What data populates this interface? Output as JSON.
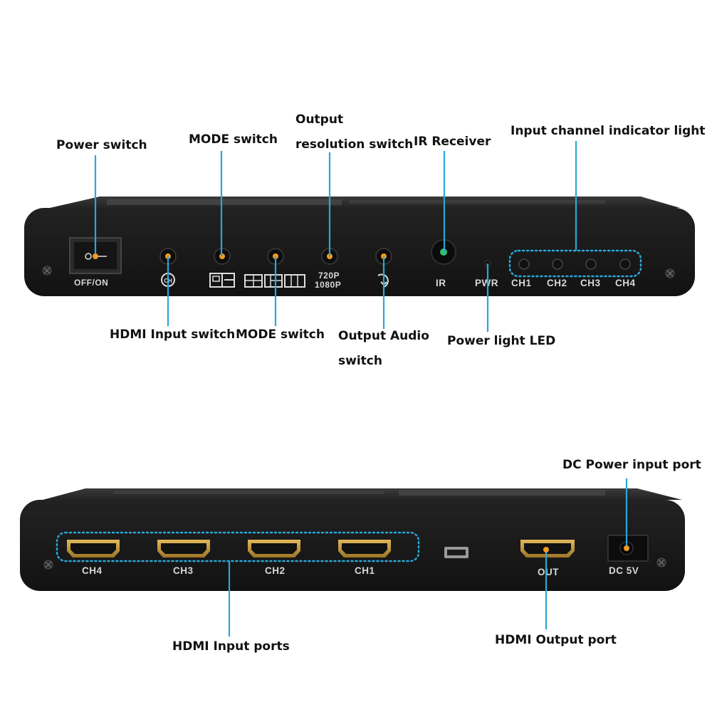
{
  "colors": {
    "device_body": "#1a1a1a",
    "device_top": "#2b2b2b",
    "leader_line": "#29a8d8",
    "marker_dot": "#f39a21",
    "port_gold": "#c79a3c",
    "panel_text": "#d8d8d8"
  },
  "front_panel": {
    "callouts": {
      "power_switch": "Power switch",
      "mode_switch_top": "MODE switch",
      "output_resolution_line1": "Output",
      "output_resolution_line2": "resolution switch",
      "ir_receiver": "IR Receiver",
      "input_channel_indicator": "Input channel indicator light",
      "hdmi_input_switch": "HDMI Input switch",
      "mode_switch_bottom": "MODE switch",
      "output_audio_line1": "Output Audio",
      "output_audio_line2": "switch",
      "power_light_led": "Power light LED"
    },
    "labels": {
      "off_on": "OFF/ON",
      "res_720": "720P",
      "res_1080": "1080P",
      "ir": "IR",
      "pwr": "PWR",
      "channels": [
        "CH1",
        "CH2",
        "CH3",
        "CH4"
      ]
    },
    "icons": [
      "power-rocker-icon",
      "hdmi-input-icon",
      "pip-mode-icon",
      "multiview-mode-icon",
      "audio-output-icon"
    ]
  },
  "back_panel": {
    "callouts": {
      "dc_power_input_port": "DC Power input port",
      "hdmi_input_ports": "HDMI Input ports",
      "hdmi_output_port": "HDMI Output port"
    },
    "labels": {
      "inputs": [
        "CH4",
        "CH3",
        "CH2",
        "CH1"
      ],
      "out": "OUT",
      "dc": "DC 5V"
    },
    "icons": [
      "hdmi-port-icon",
      "mini-usb-port-icon",
      "dc-jack-icon"
    ]
  }
}
